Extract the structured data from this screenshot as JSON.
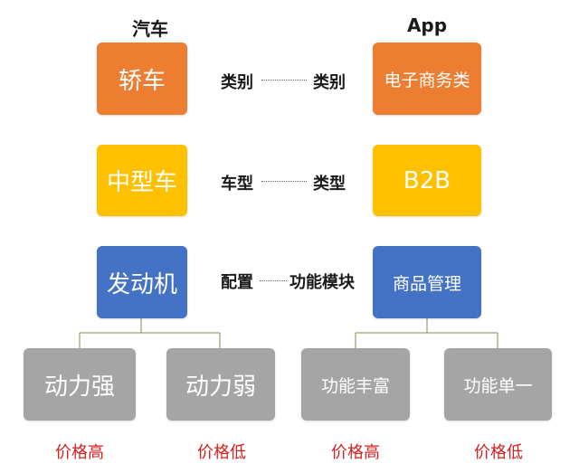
{
  "headers": {
    "left": "汽车",
    "right": "App"
  },
  "left_column": {
    "level1": "轿车",
    "level2": "中型车",
    "level3": "发动机",
    "children": [
      "动力强",
      "动力弱"
    ]
  },
  "right_column": {
    "level1": "电子商务类",
    "level2": "B2B",
    "level3": "商品管理",
    "children": [
      "功能丰富",
      "功能单一"
    ]
  },
  "relations": [
    {
      "left": "类别",
      "right": "类别"
    },
    {
      "left": "车型",
      "right": "类型"
    },
    {
      "left": "配置",
      "right": "功能模块"
    }
  ],
  "prices": [
    "价格高",
    "价格低",
    "价格高",
    "价格低"
  ],
  "colors": {
    "orange": "#ED7D31",
    "yellow": "#FFC000",
    "blue": "#4472C4",
    "gray": "#A5A5A5",
    "price_text": "#D42020"
  }
}
